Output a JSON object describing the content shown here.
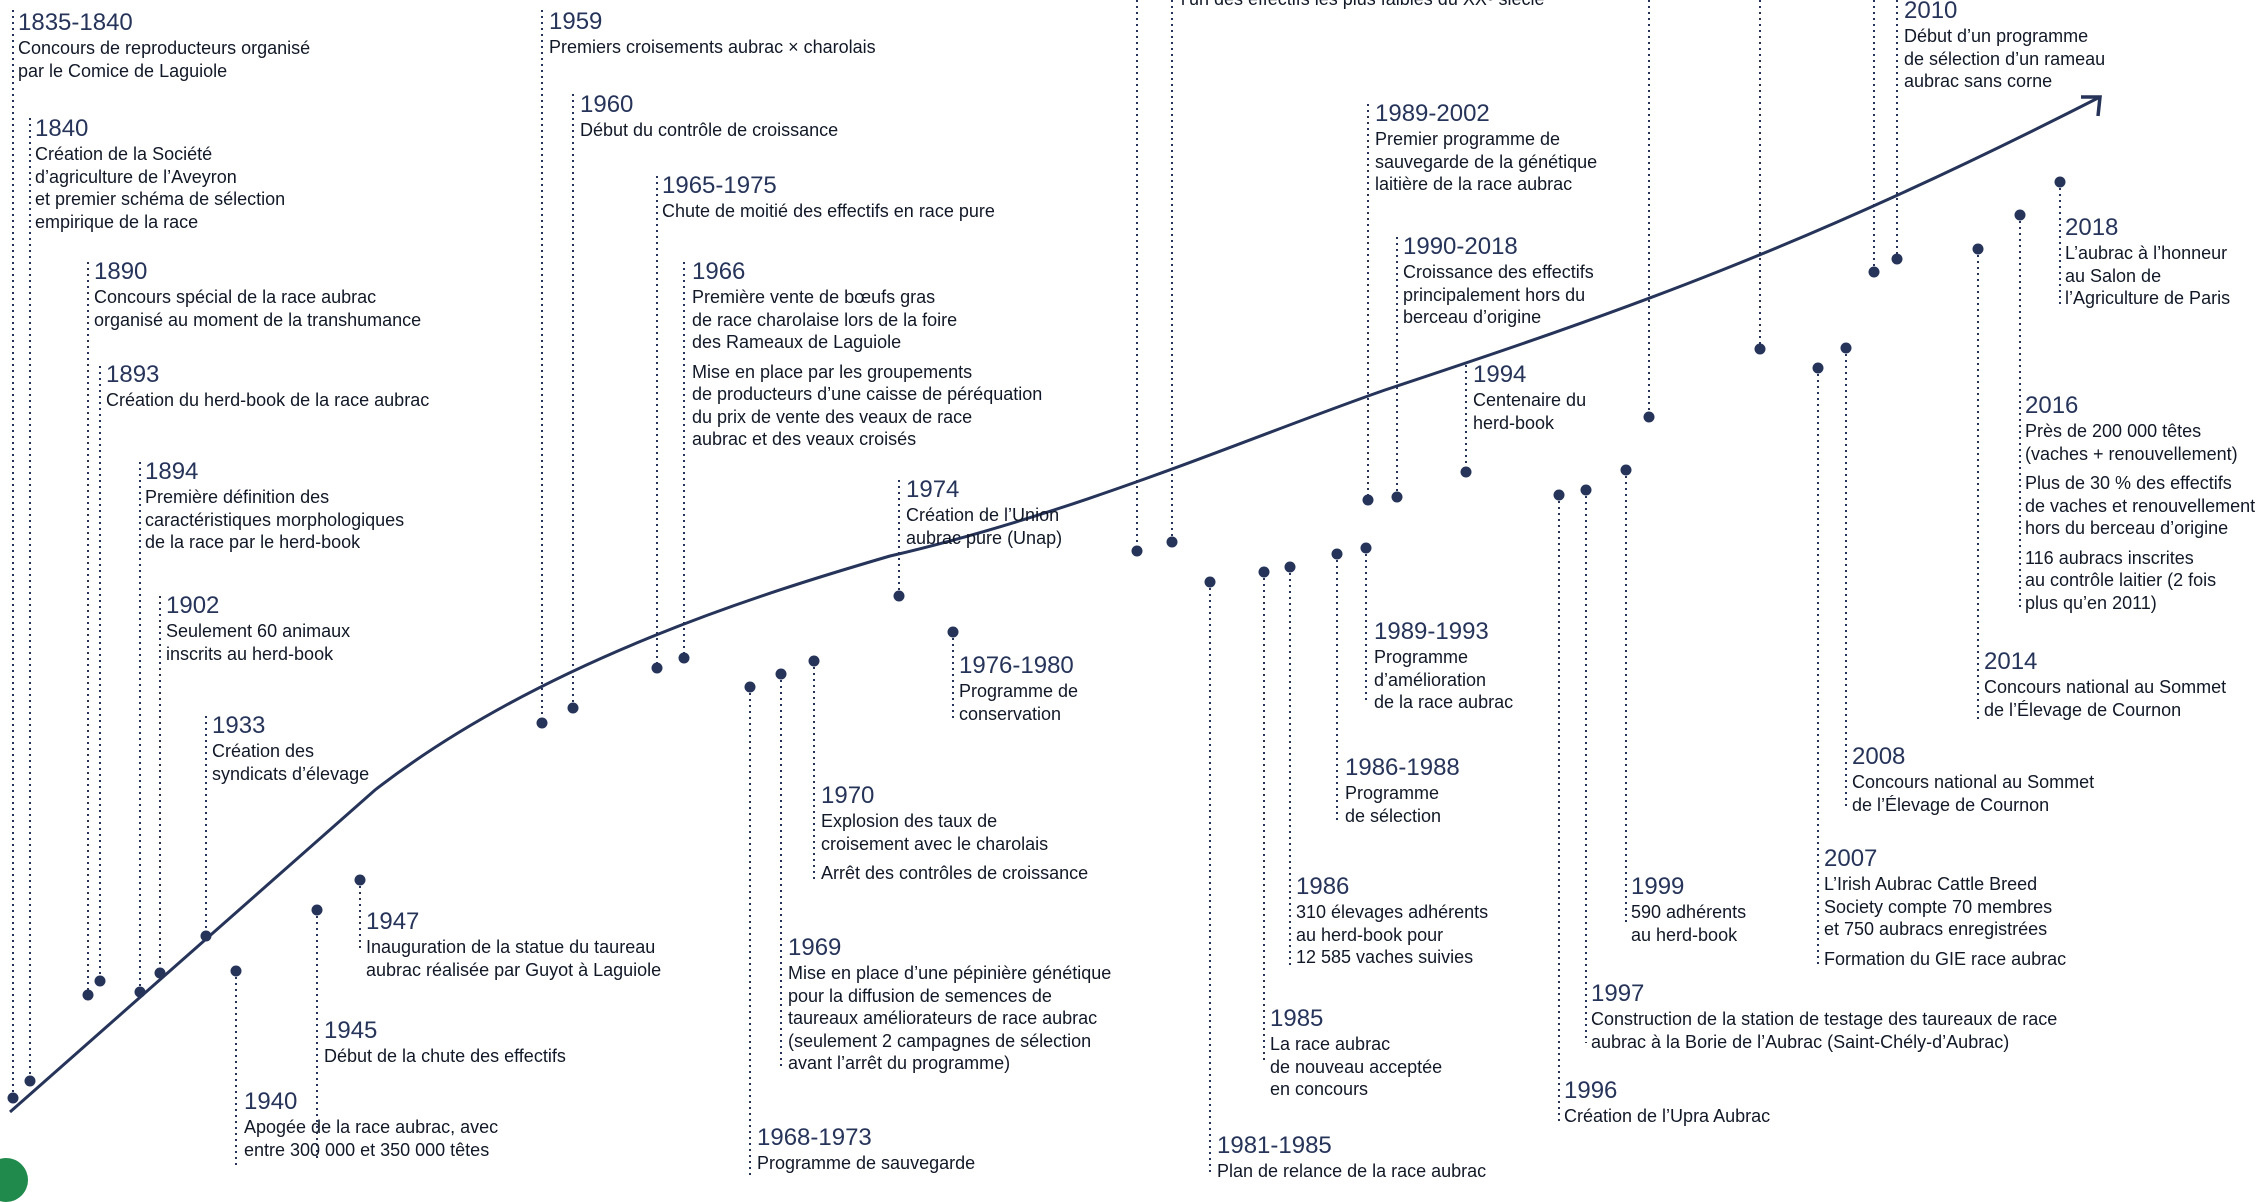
{
  "events": [
    {
      "year": "1835-1840",
      "lines": [
        "Concours de reproducteurs organisé\npar le Comice de Laguiole"
      ]
    },
    {
      "year": "1840",
      "lines": [
        "Création de la Société\nd’agriculture de l’Aveyron\net premier schéma de sélection\nempirique de la race"
      ]
    },
    {
      "year": "1890",
      "lines": [
        "Concours spécial de la race aubrac\norganisé au moment de la transhumance"
      ]
    },
    {
      "year": "1893",
      "lines": [
        "Création du herd-book de la race aubrac"
      ]
    },
    {
      "year": "1894",
      "lines": [
        "Première définition des\ncaractéristiques morphologiques\nde la race par le herd-book"
      ]
    },
    {
      "year": "1902",
      "lines": [
        "Seulement 60 animaux\ninscrits au herd-book"
      ]
    },
    {
      "year": "1933",
      "lines": [
        "Création des\nsyndicats d’élevage"
      ]
    },
    {
      "year": "1940",
      "lines": [
        "Apogée de la race aubrac, avec\nentre 300 000 et 350 000 têtes"
      ]
    },
    {
      "year": "1945",
      "lines": [
        "Début de la chute des effectifs"
      ]
    },
    {
      "year": "1947",
      "lines": [
        "Inauguration de la statue du taureau\naubrac réalisée par Guyot à Laguiole"
      ]
    },
    {
      "year": "1959",
      "lines": [
        "Premiers croisements aubrac × charolais"
      ]
    },
    {
      "year": "1960",
      "lines": [
        "Début du contrôle de croissance"
      ]
    },
    {
      "year": "1965-1975",
      "lines": [
        "Chute de moitié des effectifs en race pure"
      ]
    },
    {
      "year": "1966",
      "lines": [
        "Première vente de bœufs gras\nde race charolaise lors de la foire\ndes Rameaux de Laguiole",
        "Mise en place par les groupements\nde producteurs d’une caisse de péréquation\ndu prix de vente des veaux de race\naubrac et des veaux croisés"
      ]
    },
    {
      "year": "1968-1973",
      "lines": [
        "Programme de sauvegarde"
      ]
    },
    {
      "year": "1969",
      "lines": [
        "Mise en place d’une pépinière génétique\npour la diffusion de semences de\ntaureaux améliorateurs de race aubrac\n(seulement 2 campagnes de sélection\navant l’arrêt du programme)"
      ]
    },
    {
      "year": "1970",
      "lines": [
        "Explosion des taux de\ncroisement avec le charolais",
        "Arrêt des contrôles de croissance"
      ]
    },
    {
      "year": "1974",
      "lines": [
        "Création de l’Union\naubrac pure (Unap)"
      ]
    },
    {
      "year": "1976-1980",
      "lines": [
        "Programme de\nconservation"
      ]
    },
    {
      "year": "",
      "lines": [
        "l’un des effectifs les plus faibles du XXᵉ siècle"
      ]
    },
    {
      "year": "1981-1985",
      "lines": [
        "Plan de relance de la race aubrac"
      ]
    },
    {
      "year": "1985",
      "lines": [
        "La race aubrac\nde nouveau acceptée\nen concours"
      ]
    },
    {
      "year": "1986",
      "lines": [
        "310 élevages adhérents\nau herd-book pour\n12 585 vaches suivies"
      ]
    },
    {
      "year": "1986-1988",
      "lines": [
        "Programme\nde sélection"
      ]
    },
    {
      "year": "1989-1993",
      "lines": [
        "Programme\nd’amélioration\nde la race aubrac"
      ]
    },
    {
      "year": "1989-2002",
      "lines": [
        "Premier programme de\nsauvegarde de la génétique\nlaitière de la race aubrac"
      ]
    },
    {
      "year": "1990-2018",
      "lines": [
        "Croissance des effectifs\nprincipalement hors du\nberceau d’origine"
      ]
    },
    {
      "year": "1994",
      "lines": [
        "Centenaire du\nherd-book"
      ]
    },
    {
      "year": "1996",
      "lines": [
        "Création de l’Upra Aubrac"
      ]
    },
    {
      "year": "1997",
      "lines": [
        "Construction de la station de testage des taureaux de race\naubrac à la Borie de l’Aubrac (Saint-Chély-d’Aubrac)"
      ]
    },
    {
      "year": "1999",
      "lines": [
        "590 adhérents\nau herd-book"
      ]
    },
    {
      "year": "2007",
      "lines": [
        "L’Irish Aubrac Cattle Breed\nSociety compte 70 membres\net 750 aubracs enregistrées",
        "Formation du GIE race aubrac"
      ]
    },
    {
      "year": "2008",
      "lines": [
        "Concours national au Sommet\nde l’Élevage de Cournon"
      ]
    },
    {
      "year": "2010",
      "lines": [
        "Début d’un programme\nde sélection d’un rameau\naubrac sans corne"
      ]
    },
    {
      "year": "2014",
      "lines": [
        "Concours national au Sommet\nde l’Élevage de Cournon"
      ]
    },
    {
      "year": "2016",
      "lines": [
        "Près de 200 000 têtes\n(vaches + renouvellement)",
        "Plus de 30 % des effectifs\nde vaches et renouvellement\nhors du berceau d’origine",
        "116 aubracs inscrites\nau contrôle laitier (2 fois\nplus qu’en 2011)"
      ]
    },
    {
      "year": "2018",
      "lines": [
        "L’aubrac à l’honneur\nau Salon de\nl’Agriculture de Paris"
      ]
    }
  ]
}
